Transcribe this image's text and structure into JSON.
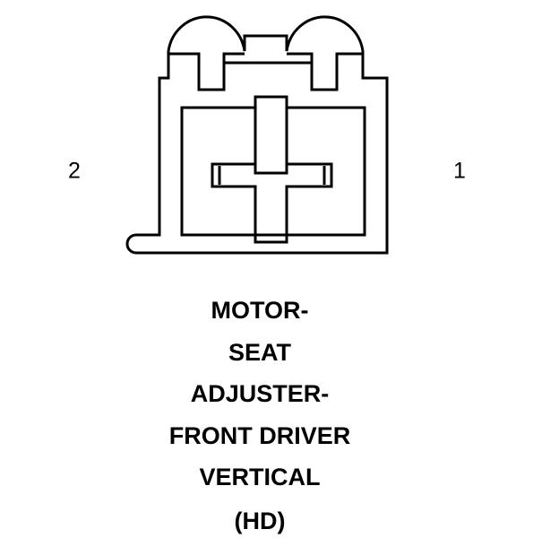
{
  "pin_labels": {
    "left": "2",
    "right": "1"
  },
  "component_label": {
    "lines": [
      "MOTOR-",
      "SEAT",
      "ADJUSTER-",
      "FRONT DRIVER",
      "VERTICAL"
    ],
    "suffix": "(HD)"
  },
  "colors": {
    "stroke": "#000000",
    "background": "#ffffff"
  }
}
